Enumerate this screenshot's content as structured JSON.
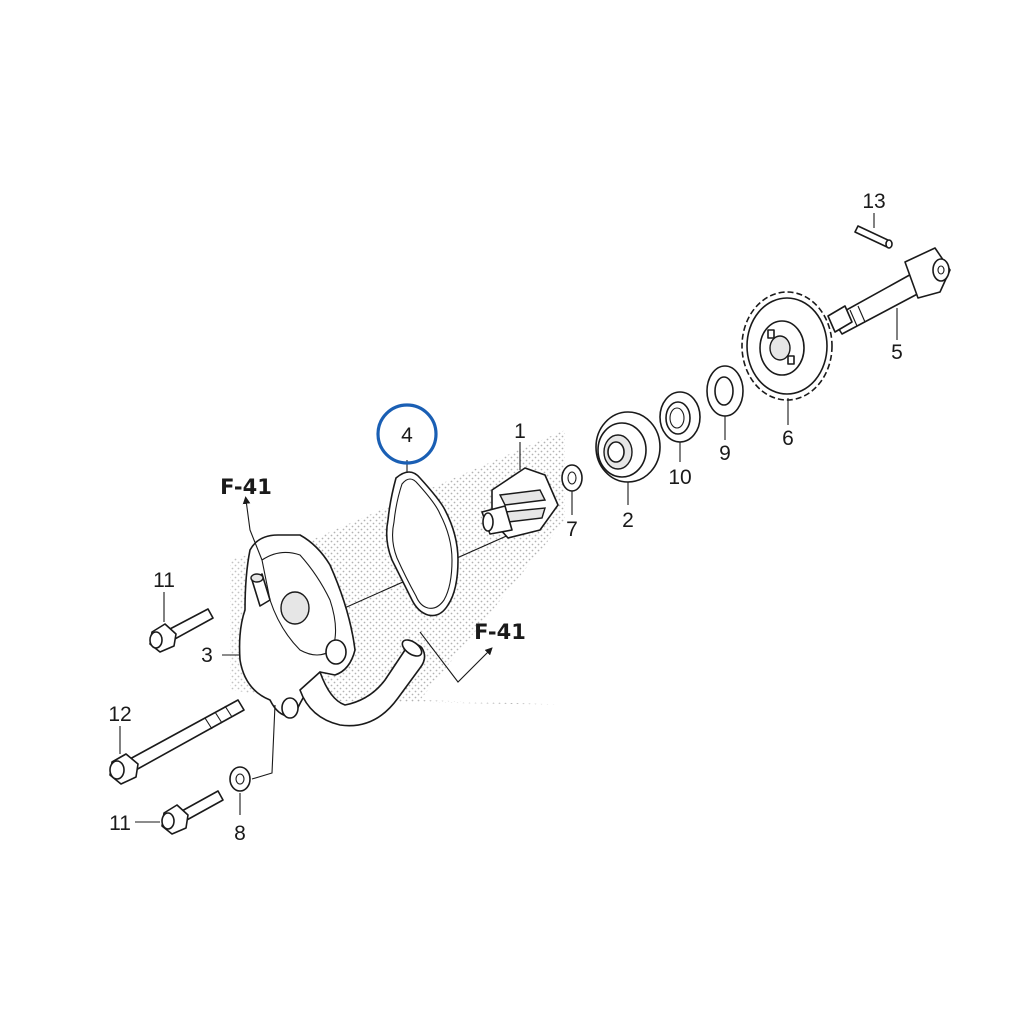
{
  "callouts": {
    "p1": "1",
    "p2": "2",
    "p3": "3",
    "p4": "4",
    "p5": "5",
    "p6": "6",
    "p7": "7",
    "p8": "8",
    "p9": "9",
    "p10": "10",
    "p11a": "11",
    "p11b": "11",
    "p12": "12",
    "p13": "13"
  },
  "references": {
    "ref_upper": "F-41",
    "ref_lower": "F-41"
  },
  "highlight_color": "#1a5fb4",
  "line_color": "#1a1a1a"
}
